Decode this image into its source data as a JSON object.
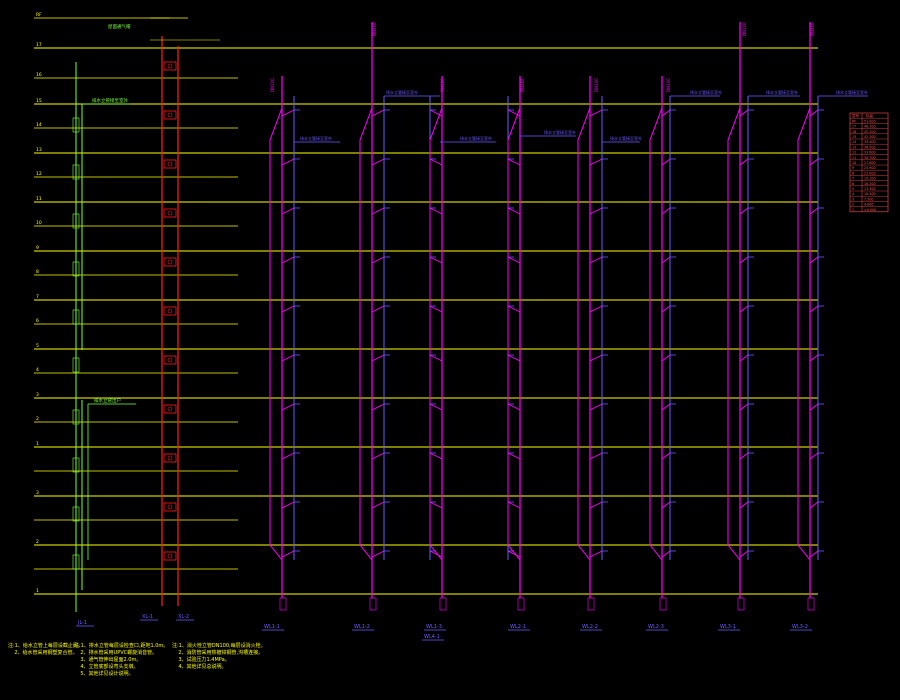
{
  "floor_labels": [
    "RF",
    "17",
    "16",
    "15",
    "14",
    "13",
    "12",
    "11",
    "10",
    "9",
    "8",
    "7",
    "6",
    "5",
    "4",
    "3",
    "2",
    "1"
  ],
  "riser_labels": [
    "WL1-1",
    "WL1-2",
    "WL1-3",
    "WL2-1",
    "WL2-2",
    "WL2-3",
    "WL3-1",
    "WL3-2",
    "WL4-1"
  ],
  "supply_labels": [
    "JL-1",
    "XL-1",
    "XL-2"
  ],
  "pipe_note": "排水立管接至室外",
  "pipe_note_2": "排水立管出户",
  "roof_note": "屋面通气帽",
  "dim_text": "DN100",
  "table": {
    "headers": [
      "层号",
      "标高"
    ],
    "rows": [
      [
        "RF",
        "51.000"
      ],
      [
        "17",
        "48.100"
      ],
      [
        "16",
        "45.200"
      ],
      [
        "15",
        "42.300"
      ],
      [
        "14",
        "39.400"
      ],
      [
        "13",
        "36.500"
      ],
      [
        "12",
        "33.600"
      ],
      [
        "11",
        "30.700"
      ],
      [
        "10",
        "27.800"
      ],
      [
        "9",
        "24.900"
      ],
      [
        "8",
        "22.000"
      ],
      [
        "7",
        "19.100"
      ],
      [
        "6",
        "16.200"
      ],
      [
        "5",
        "13.300"
      ],
      [
        "4",
        "10.400"
      ],
      [
        "3",
        "7.500"
      ],
      [
        "2",
        "4.600"
      ],
      [
        "1",
        "±0.000"
      ]
    ]
  },
  "notes": {
    "n1": "注:1、给水立管上每层设截止阀。\n    2、给水管采用钢塑复合管。",
    "n2": "注:1、排水立管每层设检查口,距地1.0m。\n    2、排水管采用UPVC螺旋消音管。\n    3、通气管伸出屋面2.0m。\n    4、立管底部设弯头支墩。\n    5、其他详见设计说明。",
    "n3": "注:1、消火栓立管DN100,每层设消火栓。\n    2、消防管采用热镀锌钢管,沟槽连接。\n    3、试验压力1.4MPa。\n    4、其他详见总说明。"
  },
  "colors": {
    "floor_line": "#ffff00",
    "riser_magenta": "#ff00ff",
    "riser_blue": "#6a5cff",
    "fire_red": "#ff2020",
    "supply_green": "#7cff40",
    "table_red": "#ff5050"
  }
}
